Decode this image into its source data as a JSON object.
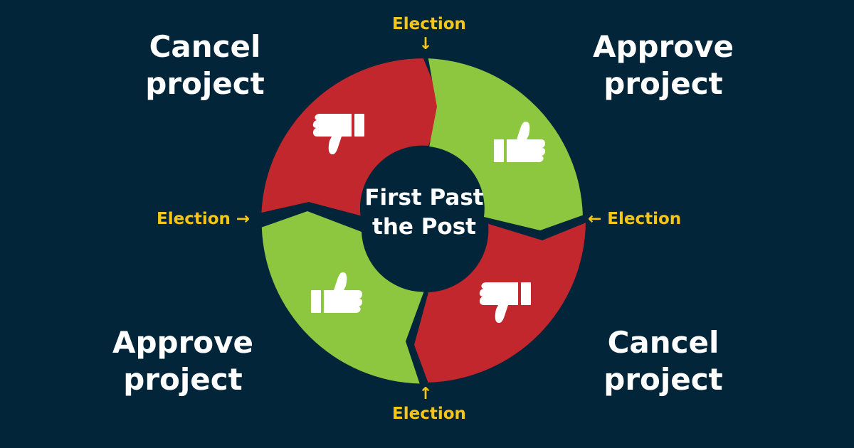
{
  "center": {
    "line1": "First Past",
    "line2": "the Post"
  },
  "quadrants": {
    "top_left": {
      "line1": "Cancel",
      "line2": "project",
      "outcome": "cancel",
      "icon": "thumbs-down-icon",
      "color": "#c1272d"
    },
    "top_right": {
      "line1": "Approve",
      "line2": "project",
      "outcome": "approve",
      "icon": "thumbs-up-icon",
      "color": "#8dc63f"
    },
    "bottom_right": {
      "line1": "Cancel",
      "line2": "project",
      "outcome": "cancel",
      "icon": "thumbs-down-icon",
      "color": "#c1272d"
    },
    "bottom_left": {
      "line1": "Approve",
      "line2": "project",
      "outcome": "approve",
      "icon": "thumbs-up-icon",
      "color": "#8dc63f"
    }
  },
  "elections": {
    "top": {
      "label": "Election",
      "arrow": "↓"
    },
    "right": {
      "label": "Election",
      "arrow": "←"
    },
    "bottom": {
      "label": "Election",
      "arrow": "↑"
    },
    "left": {
      "label": "Election",
      "arrow": "→"
    }
  },
  "colors": {
    "background": "#02253a",
    "cancel": "#c1272d",
    "approve": "#8dc63f",
    "election_text": "#f5c518",
    "label_text": "#ffffff"
  }
}
